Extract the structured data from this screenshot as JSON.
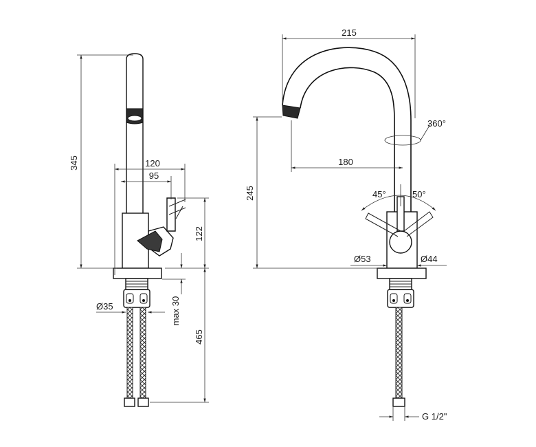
{
  "dimensions": {
    "height_345": "345",
    "width_120": "120",
    "width_95": "95",
    "height_122": "122",
    "diameter_35": "Ø35",
    "max_30": "max 30",
    "length_465": "465",
    "reach_215": "215",
    "rotation_360": "360°",
    "reach_180": "180",
    "height_245": "245",
    "angle_45": "45°",
    "angle_50": "50°",
    "diameter_53": "Ø53",
    "diameter_44": "Ø44",
    "thread": "G 1/2\""
  }
}
